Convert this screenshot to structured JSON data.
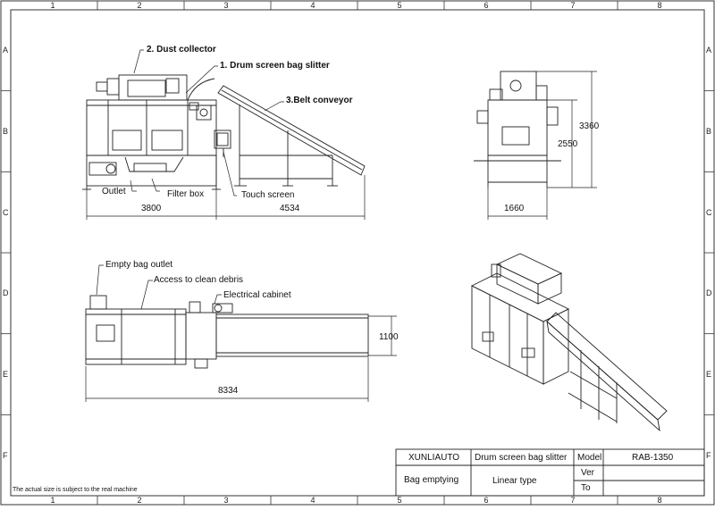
{
  "frame": {
    "columns": [
      "1",
      "2",
      "3",
      "4",
      "5",
      "6",
      "7",
      "8"
    ],
    "rows": [
      "A",
      "B",
      "C",
      "D",
      "E",
      "F"
    ]
  },
  "side_view": {
    "dust_collector": "2. Dust collector",
    "drum_slitter": "1. Drum screen bag slitter",
    "belt_conveyor": "3.Belt conveyor",
    "outlet": "Outlet",
    "filter_box": "Filter box",
    "touch_screen": "Touch screen",
    "dim_left": "3800",
    "dim_right": "4534"
  },
  "end_view": {
    "dim_total_height": "3360",
    "dim_height": "2550",
    "dim_width": "1660"
  },
  "top_view": {
    "empty_bag_outlet": "Empty bag outlet",
    "access_debris": "Access to clean debris",
    "electrical_cabinet": "Electrical cabinet",
    "dim_width": "1100",
    "dim_length": "8334"
  },
  "title_block": {
    "company": "XUNLIAUTO",
    "product": "Drum screen bag slitter",
    "model_label": "Model",
    "model_value": "RAB-1350",
    "ver_label": "Ver",
    "to_label": "To",
    "subtitle": "Bag emptying",
    "type": "Linear type"
  },
  "footer_note": "The actual size is subject to the real machine"
}
